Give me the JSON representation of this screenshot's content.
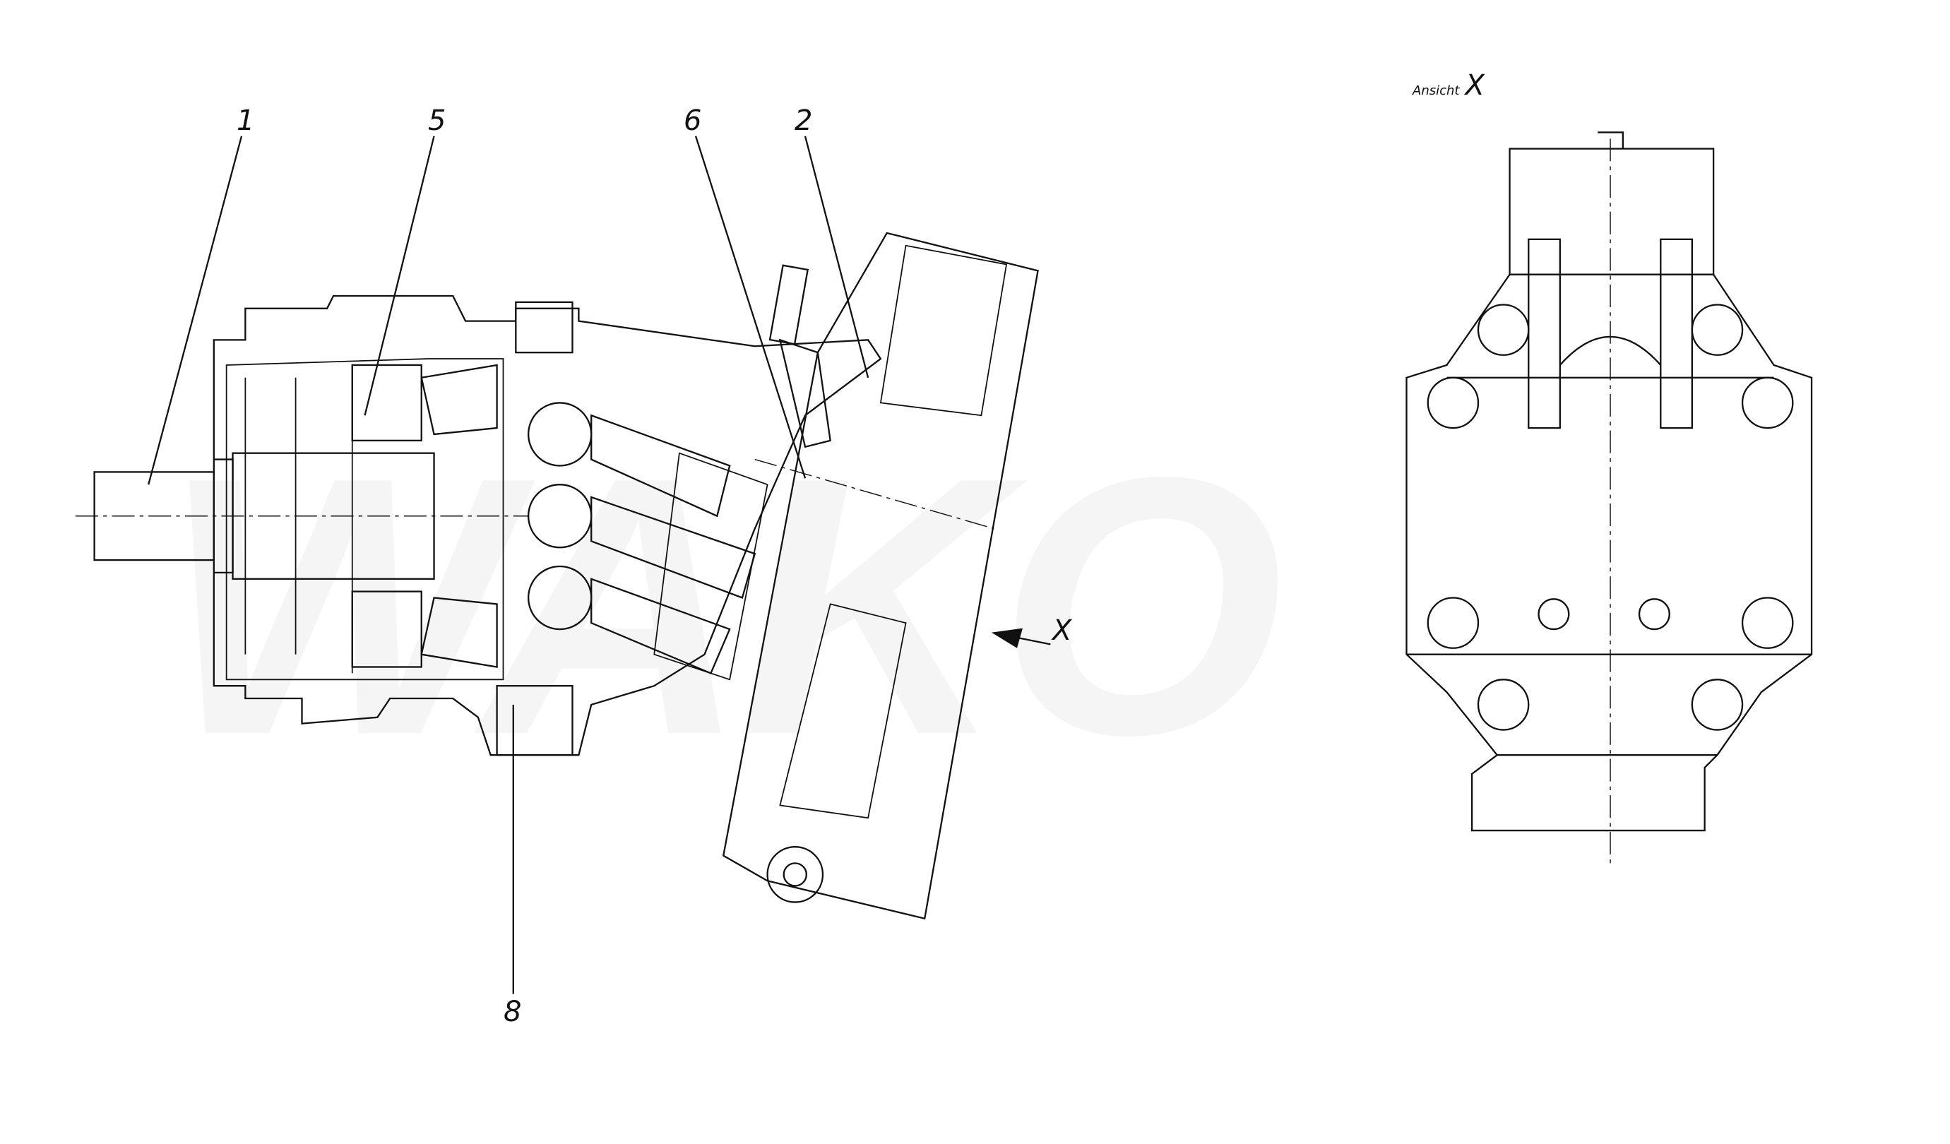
{
  "drawing": {
    "labels": {
      "l1": "1",
      "l5": "5",
      "l6": "6",
      "l2": "2",
      "l8": "8"
    },
    "view_arrow": "X",
    "view_title": {
      "prefix": "Ansicht",
      "letter": "X"
    },
    "watermark": "WAKO"
  },
  "colors": {
    "line": "#111111",
    "watermark": "#c8c8c8"
  }
}
